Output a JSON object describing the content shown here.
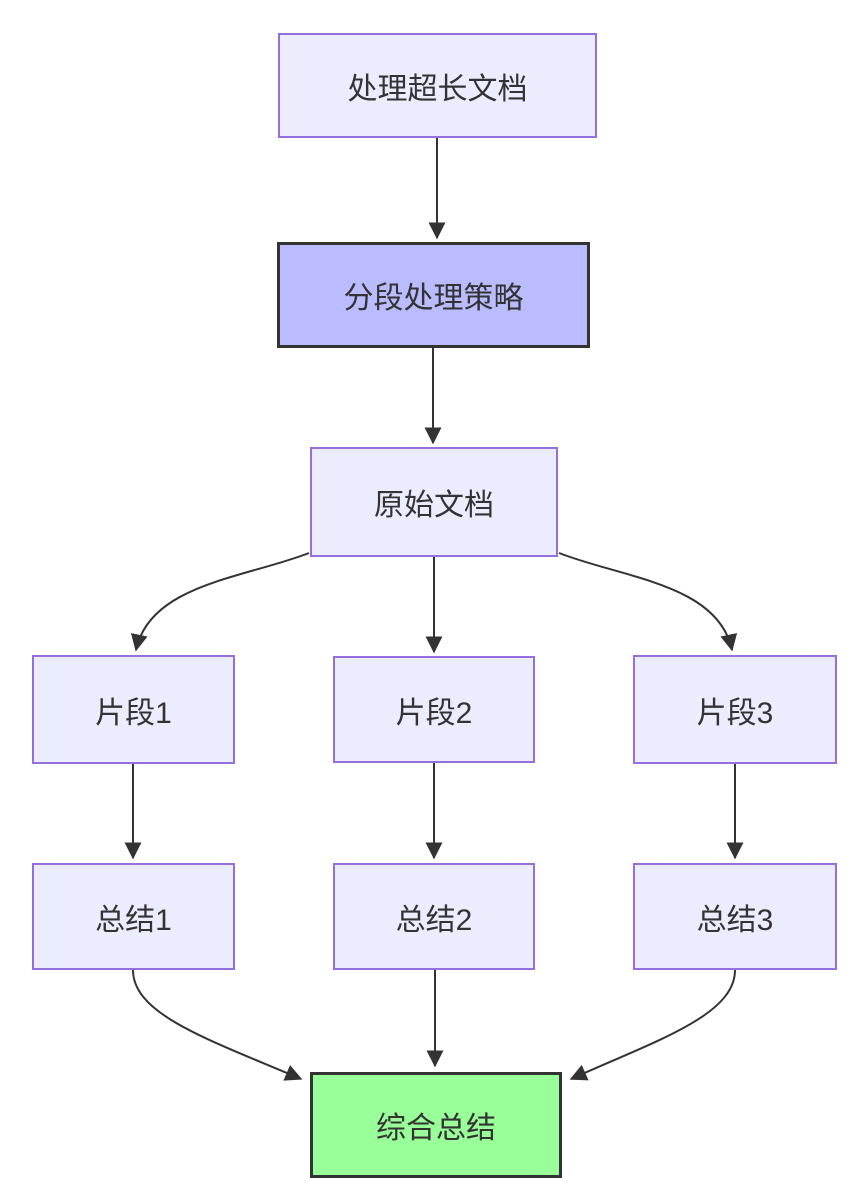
{
  "diagram": {
    "type": "flowchart",
    "direction": "top-down",
    "background": "#FFFFFF",
    "colors": {
      "node_fill": "#ECECFF",
      "node_border": "#9370DB",
      "accent_fill": "#BBBBFF",
      "accent_border": "#333333",
      "success_fill": "#99FF99",
      "success_border": "#333333",
      "edge": "#333333",
      "text": "#333333"
    },
    "nodes": [
      {
        "id": "A",
        "label": "处理超长文档",
        "style": "default"
      },
      {
        "id": "B",
        "label": "分段处理策略",
        "style": "accent"
      },
      {
        "id": "C",
        "label": "原始文档",
        "style": "default"
      },
      {
        "id": "D",
        "label": "片段1",
        "style": "default"
      },
      {
        "id": "E",
        "label": "片段2",
        "style": "default"
      },
      {
        "id": "F",
        "label": "片段3",
        "style": "default"
      },
      {
        "id": "G",
        "label": "总结1",
        "style": "default"
      },
      {
        "id": "H",
        "label": "总结2",
        "style": "default"
      },
      {
        "id": "I",
        "label": "总结3",
        "style": "default"
      },
      {
        "id": "J",
        "label": "综合总结",
        "style": "success"
      }
    ],
    "edges": [
      {
        "from": "处理超长文档",
        "to": "分段处理策略"
      },
      {
        "from": "分段处理策略",
        "to": "原始文档"
      },
      {
        "from": "原始文档",
        "to": "片段1"
      },
      {
        "from": "原始文档",
        "to": "片段2"
      },
      {
        "from": "原始文档",
        "to": "片段3"
      },
      {
        "from": "片段1",
        "to": "总结1"
      },
      {
        "from": "片段2",
        "to": "总结2"
      },
      {
        "from": "片段3",
        "to": "总结3"
      },
      {
        "from": "总结1",
        "to": "综合总结"
      },
      {
        "from": "总结2",
        "to": "综合总结"
      },
      {
        "from": "总结3",
        "to": "综合总结"
      }
    ]
  }
}
